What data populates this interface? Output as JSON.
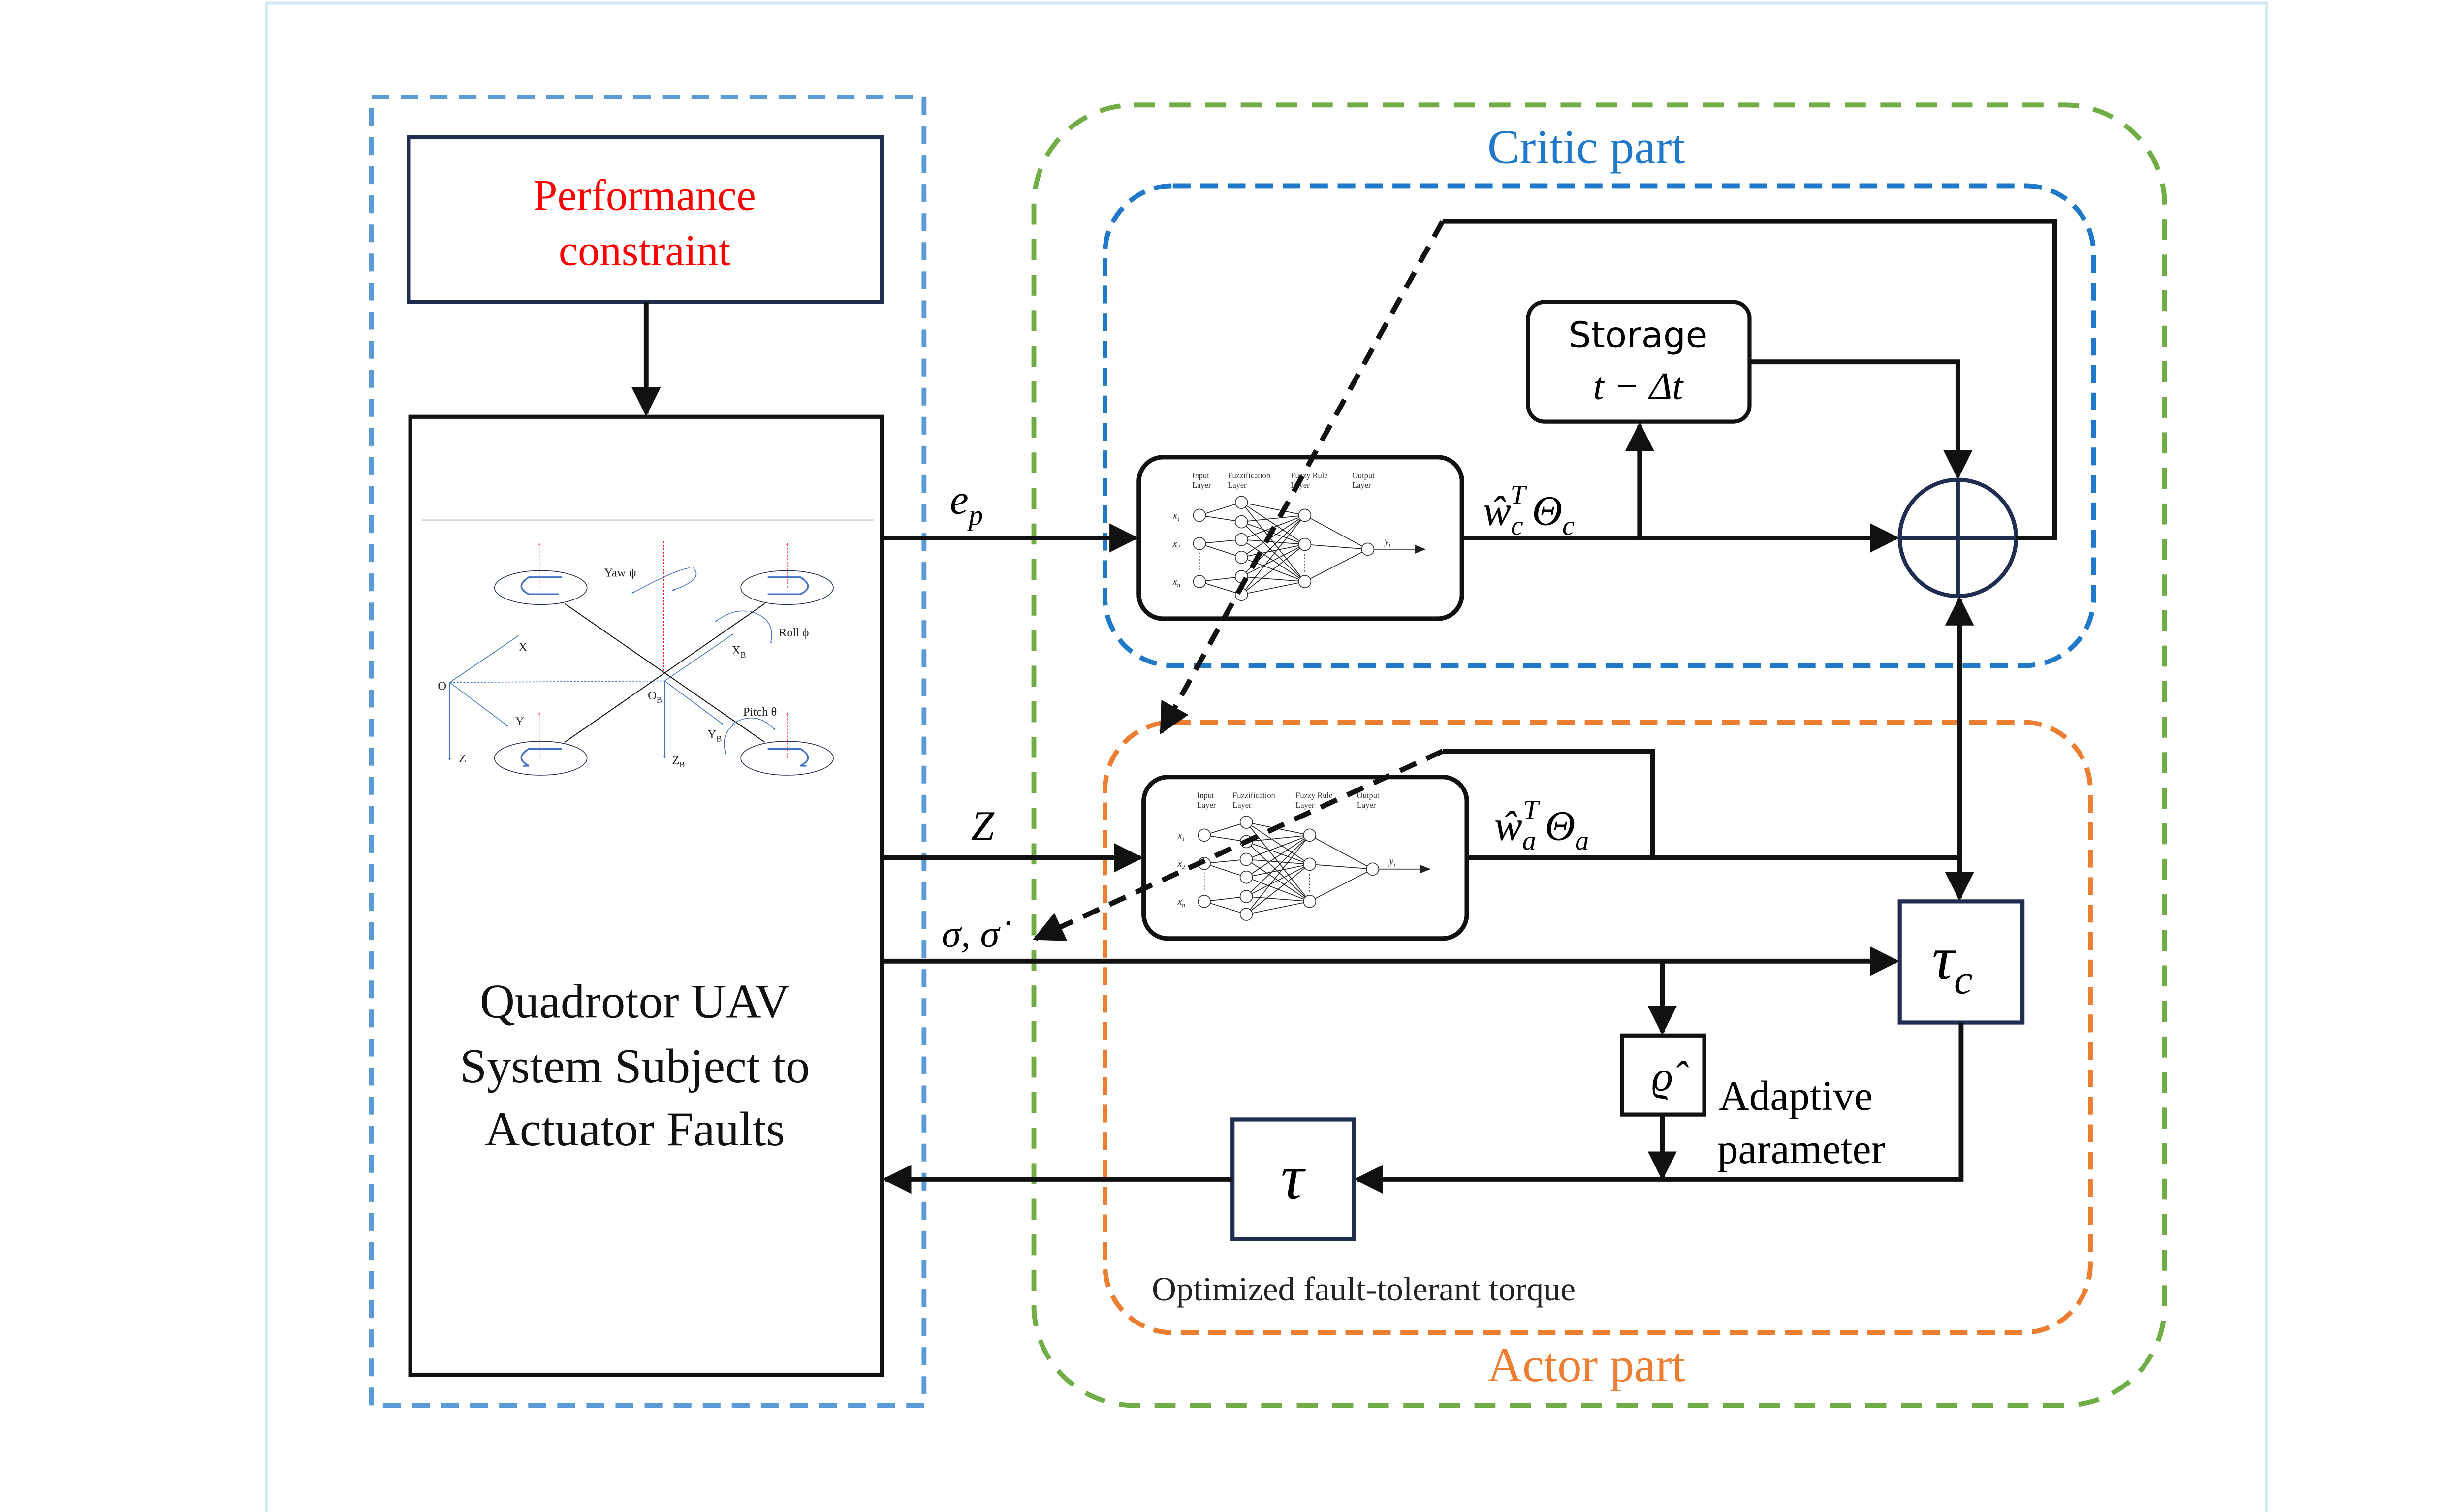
{
  "colors": {
    "system_frame": "#5b9bd5",
    "outer_frame": "#70ad47",
    "critic": "#1f78c8",
    "actor": "#ed7d31",
    "constraint_text": "#ff0000",
    "box_border": "#1f2d50",
    "quad_blue": "#4472c4",
    "quad_red": "#ff0000"
  },
  "left": {
    "constraint_line1": "Performance",
    "constraint_line2": "constraint",
    "system_line1": "Quadrotor UAV",
    "system_line2": "System Subject to",
    "system_line3": "Actuator Faults"
  },
  "quadrotor": {
    "yaw": "Yaw ψ",
    "roll": "Roll ϕ",
    "pitch": "Pitch θ",
    "x": "X",
    "y": "Y",
    "z": "Z",
    "o": "O",
    "ob": "O",
    "xb": "X",
    "yb": "Y",
    "zb": "Z",
    "body_sub": "B"
  },
  "critic": {
    "title": "Critic part",
    "storage": "Storage",
    "storage_delay": "t − Δt",
    "output": {
      "w": "ŵ",
      "w_sub": "c",
      "sup": "T",
      "theta": "Θ",
      "theta_sub": "c"
    }
  },
  "actor": {
    "title": "Actor part",
    "output": {
      "w": "ŵ",
      "w_sub": "a",
      "sup": "T",
      "theta": "Θ",
      "theta_sub": "a"
    },
    "tau_c": {
      "sym": "τ",
      "sub": "c"
    },
    "rho_hat": "ϱ̂",
    "adaptive_line1": "Adaptive",
    "adaptive_line2": "parameter",
    "tau": "τ",
    "torque_caption": "Optimized fault-tolerant torque"
  },
  "signals": {
    "ep": {
      "sym": "e",
      "sub": "p"
    },
    "z": "Z",
    "sigma": "σ, σ̇"
  },
  "nn": {
    "layers": [
      {
        "l1": "Input",
        "l2": "Layer"
      },
      {
        "l1": "Fuzzification",
        "l2": "Layer"
      },
      {
        "l1": "Fuzzy Rule",
        "l2": "Layer"
      },
      {
        "l1": "Output",
        "l2": "Layer"
      }
    ],
    "inputs": [
      {
        "s": "x",
        "sub": "1"
      },
      {
        "s": "x",
        "sub": "2"
      },
      {
        "s": "x",
        "sub": "n"
      }
    ],
    "output": {
      "s": "y",
      "sub": "i"
    }
  }
}
